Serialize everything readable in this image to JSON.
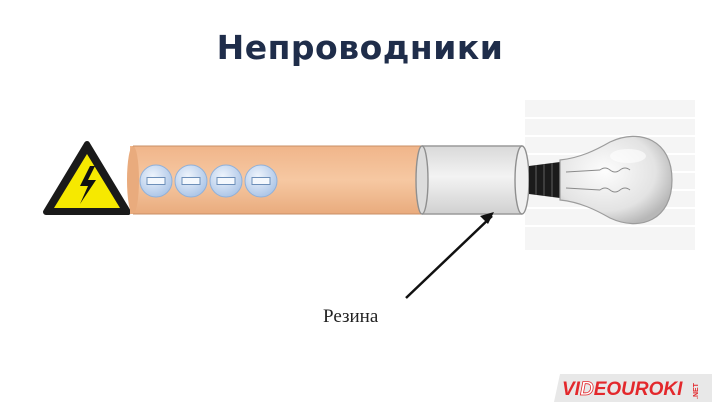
{
  "slide": {
    "title": "Непроводники",
    "callout_label": "Резина"
  },
  "icons": {
    "warning": "high-voltage-warning-icon",
    "lamp": "light-bulb-icon",
    "charge": "minus-sign-icon"
  },
  "colors": {
    "wire": "#f3bf94",
    "rubber_insert": "#e6e6e6",
    "charge_ball": "#c5d9f3",
    "warning_fill": "#f6e900",
    "title": "#1f2d4a"
  },
  "charges": [
    "−",
    "−",
    "−",
    "−"
  ],
  "logo": {
    "text_a": "VI",
    "text_b": "D",
    "text_c": "EOUROKI",
    "suffix": ".NET"
  }
}
